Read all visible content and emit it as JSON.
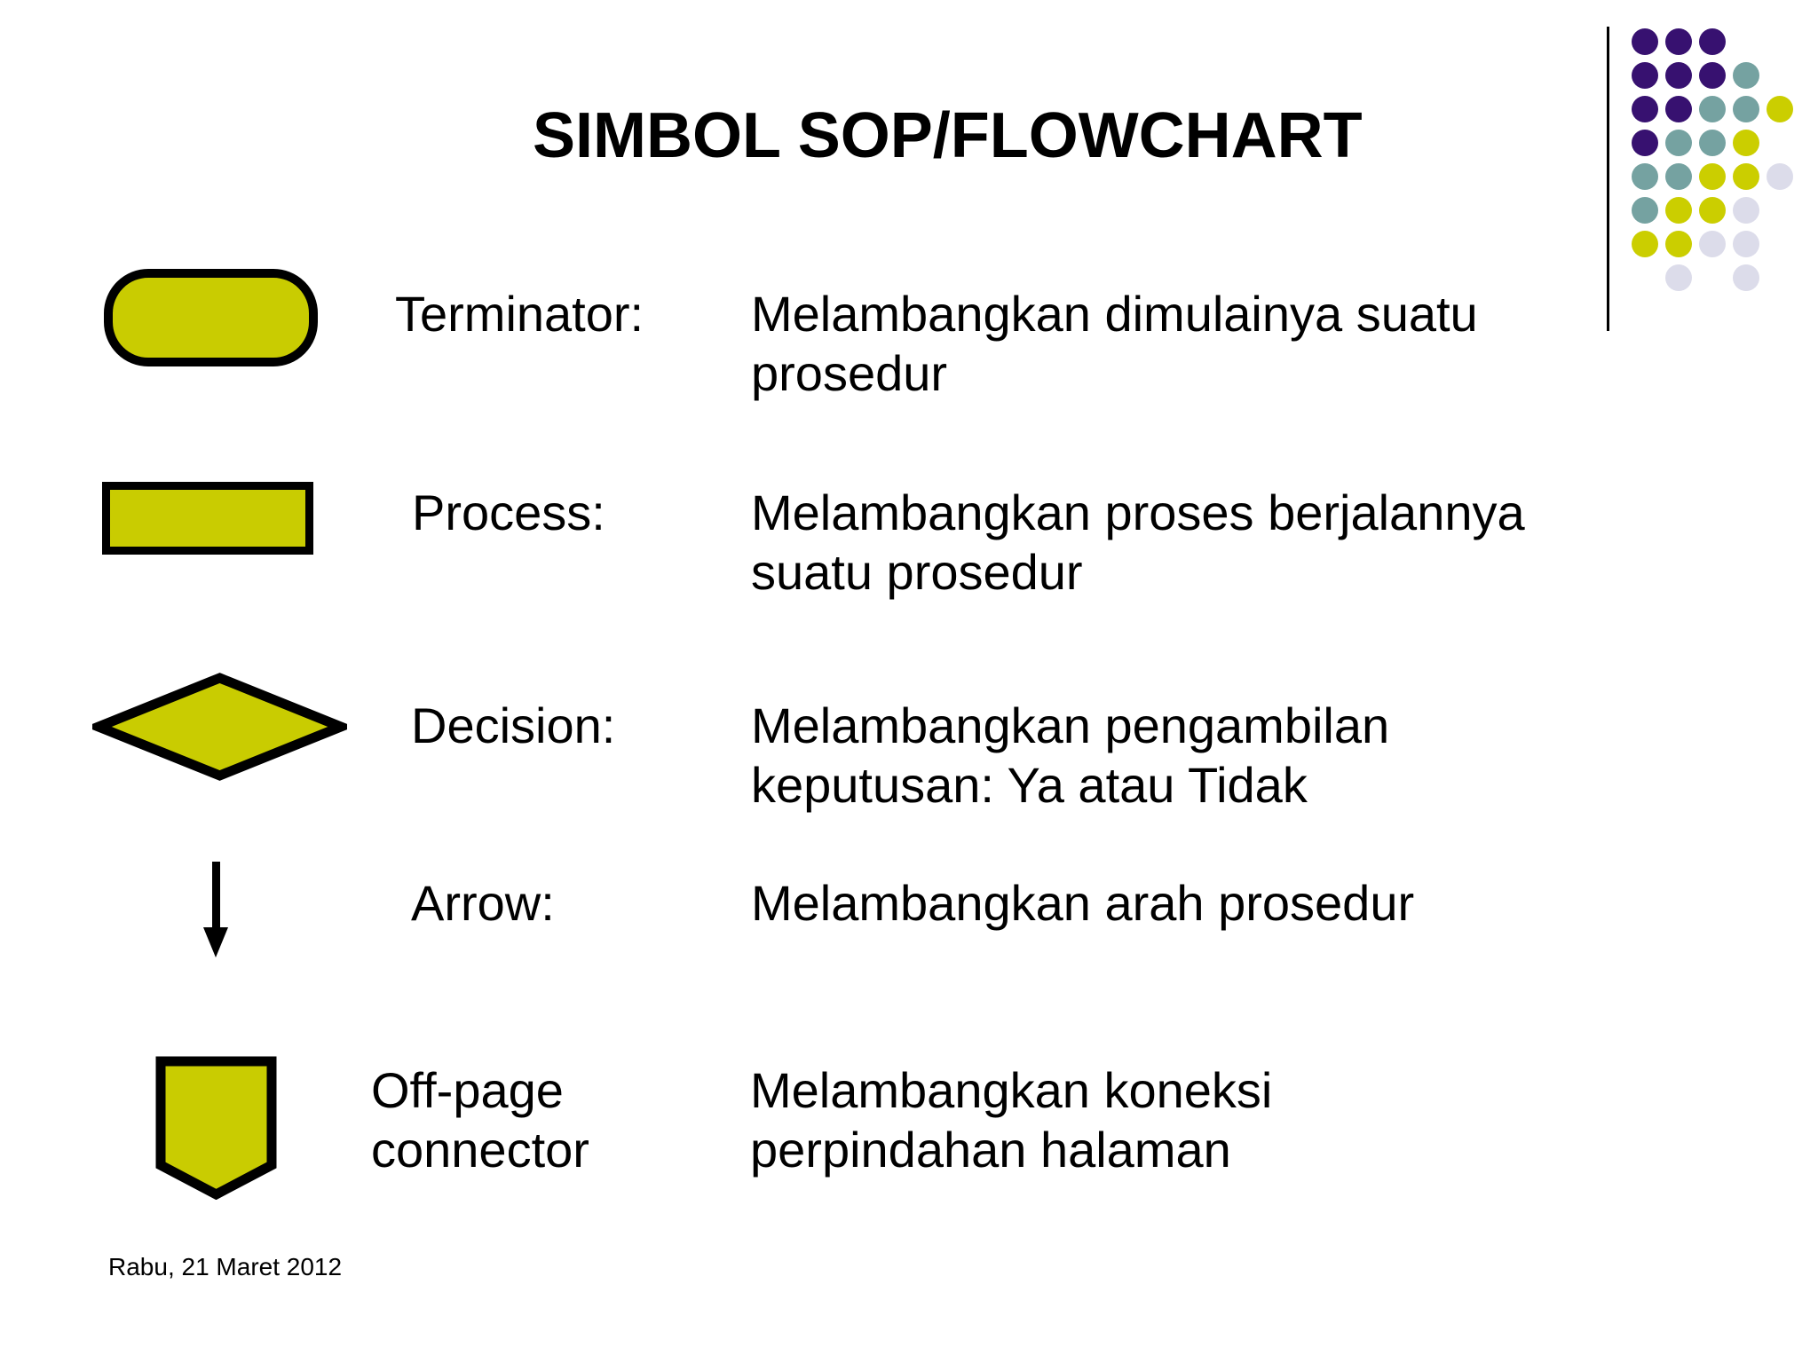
{
  "title": "SIMBOL SOP/FLOWCHART",
  "footer": "Rabu, 21 Maret 2012",
  "colors": {
    "background": "#FFFFFF",
    "text": "#000000",
    "shape_fill": "#C9CC01",
    "shape_border": "#000000",
    "dot_purple": "#371170",
    "dot_teal": "#75A2A1",
    "dot_yellow": "#CBCE00",
    "dot_lavender": "#DCDCEA"
  },
  "legend_rows": [
    {
      "symbol": "terminator",
      "label": "Terminator:",
      "description": "Melambangkan dimulainya suatu\nprosedur"
    },
    {
      "symbol": "process",
      "label": "Process:",
      "description": "Melambangkan proses berjalannya\nsuatu prosedur"
    },
    {
      "symbol": "decision",
      "label": "Decision:",
      "description": "Melambangkan pengambilan\nkeputusan: Ya atau Tidak"
    },
    {
      "symbol": "arrow",
      "label": "Arrow:",
      "description": "Melambangkan arah prosedur"
    },
    {
      "symbol": "off_page_connector",
      "label": "Off-page\nconnector",
      "description": "Melambangkan koneksi\nperpindahan halaman"
    }
  ],
  "decoration": {
    "dot_grid_rows": [
      "PPP..",
      "PPPT.",
      "PPTTY",
      "PTTY.",
      "TTYYL",
      "TYYL.",
      "YYLL.",
      ".L.L."
    ],
    "dot_color_key": {
      "P": "dot_purple",
      "T": "dot_teal",
      "Y": "dot_yellow",
      "L": "dot_lavender"
    }
  }
}
